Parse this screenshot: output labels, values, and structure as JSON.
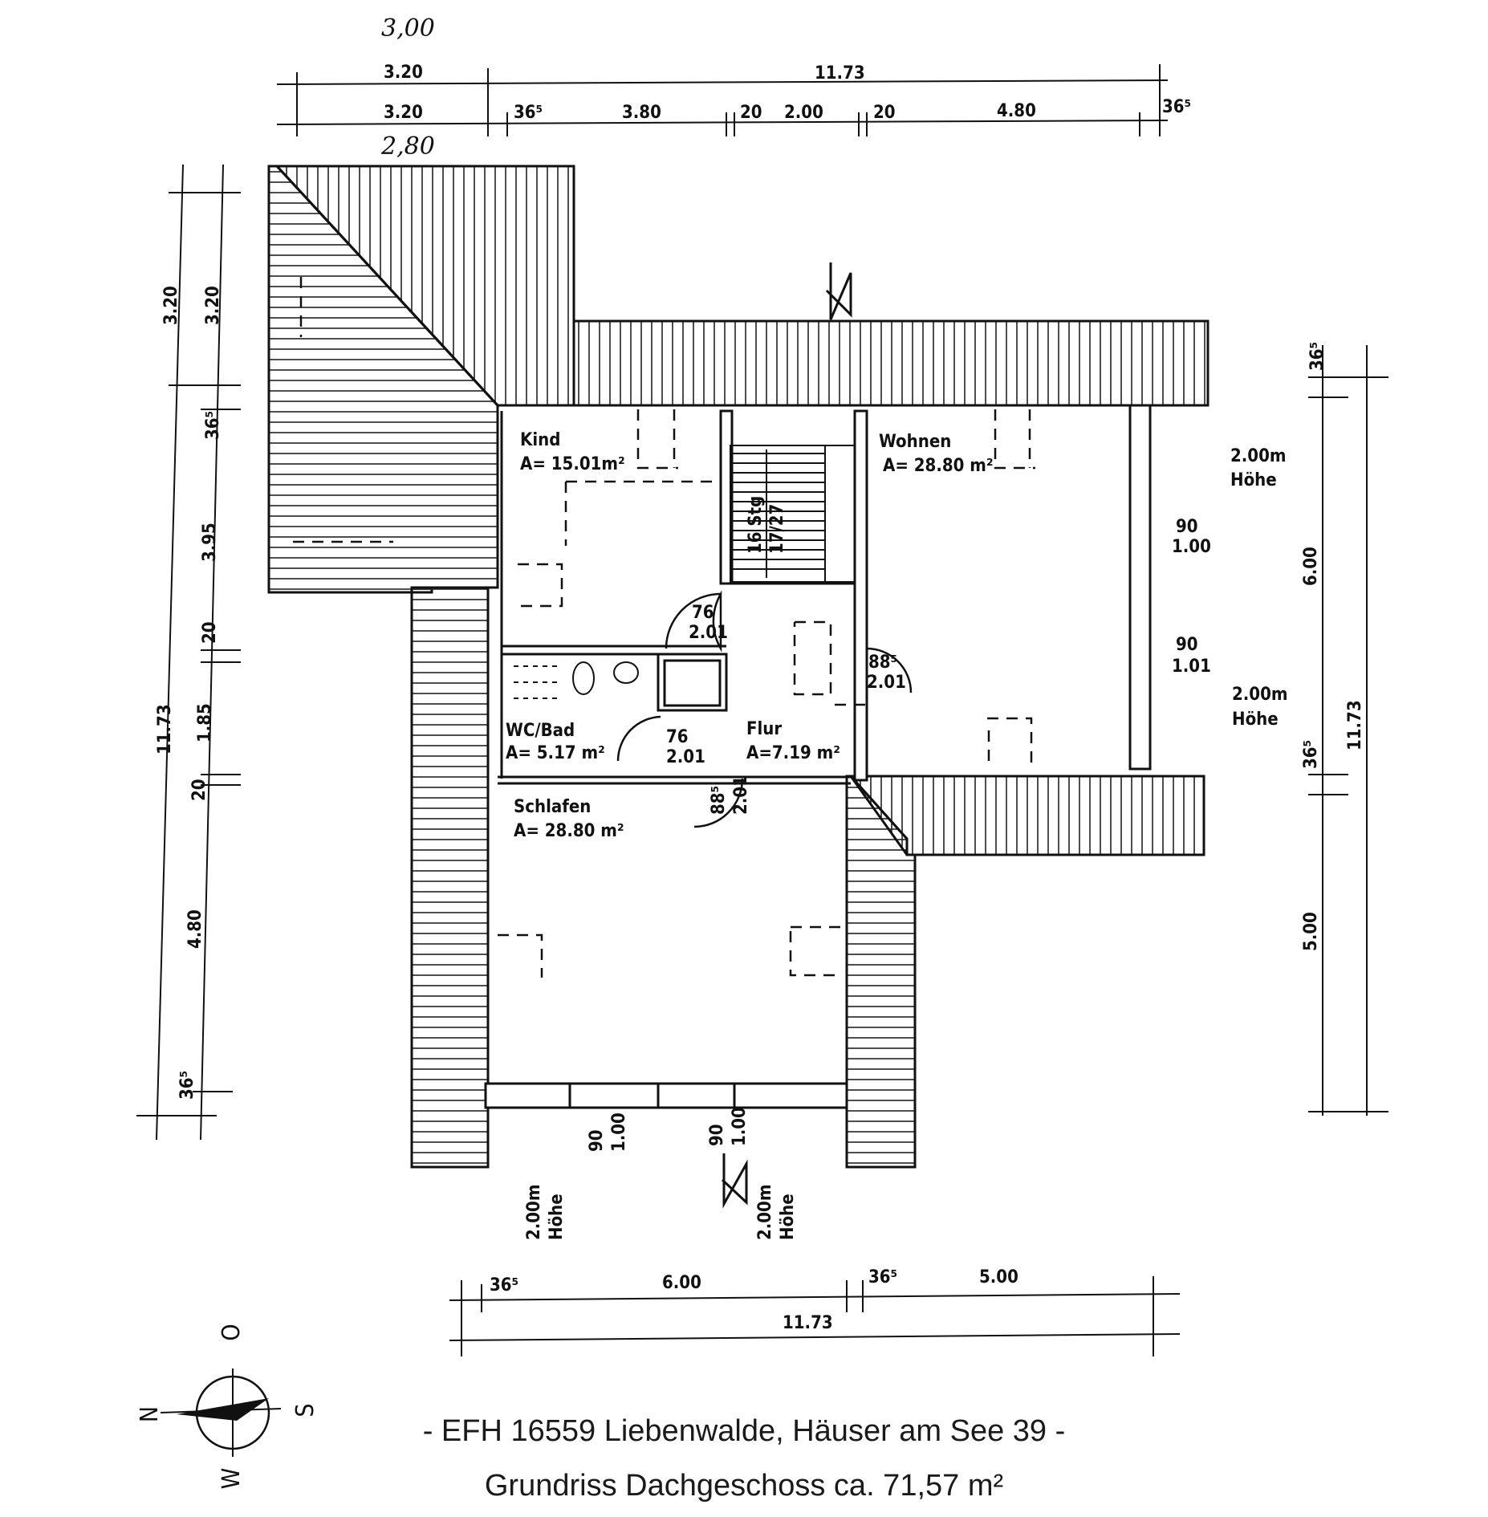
{
  "rooms": {
    "kind": {
      "name": "Kind",
      "area": "A= 15.01m²"
    },
    "wohnen": {
      "name": "Wohnen",
      "area": "A= 28.80 m²"
    },
    "wc_bad": {
      "name": "WC/Bad",
      "area": "A= 5.17 m²"
    },
    "flur": {
      "name": "Flur",
      "area": "A=7.19 m²"
    },
    "schlafen": {
      "name": "Schlafen",
      "area": "A= 28.80 m²"
    }
  },
  "stair": {
    "steps": "16 Stg",
    "ratio": "17/27"
  },
  "doors": [
    {
      "w": "76",
      "h": "2.01"
    },
    {
      "w": "88⁵",
      "h": "2.01"
    },
    {
      "w": "76",
      "h": "2.01"
    },
    {
      "w": "88⁵",
      "h": "2.01"
    }
  ],
  "windows": [
    {
      "w": "90",
      "h": "1.00"
    },
    {
      "w": "90",
      "h": "1.01"
    },
    {
      "w": "90",
      "h": "1.00"
    },
    {
      "w": "90",
      "h": "1.00"
    }
  ],
  "heights": {
    "value": "2.00m",
    "label": "Höhe"
  },
  "dims": {
    "top_total": "11.73",
    "top_left_a": "3.20",
    "top_left_b": "3.20",
    "top_handwritten_a": "3,00",
    "top_handwritten_b": "2,80",
    "top_segments": [
      "36⁵",
      "3.80",
      "20",
      "2.00",
      "20",
      "4.80",
      "36⁵"
    ],
    "left_outer": [
      "3.20",
      "11.73"
    ],
    "left_inner": [
      "3.20",
      "36⁵",
      "3.95",
      "20",
      "1.85",
      "20",
      "4.80",
      "36⁵"
    ],
    "right_inner": [
      "36⁵",
      "6.00",
      "36⁵",
      "5.00"
    ],
    "right_outer": "11.73",
    "bottom_segments": [
      "36⁵",
      "6.00",
      "36⁵",
      "5.00"
    ],
    "bottom_total": "11.73"
  },
  "compass": {
    "n": "N",
    "o": "O",
    "s": "S",
    "w": "W"
  },
  "caption": {
    "line1": "- EFH 16559 Liebenwalde, Häuser am See 39 -",
    "line2": "Grundriss Dachgeschoss ca. 71,57 m²"
  }
}
